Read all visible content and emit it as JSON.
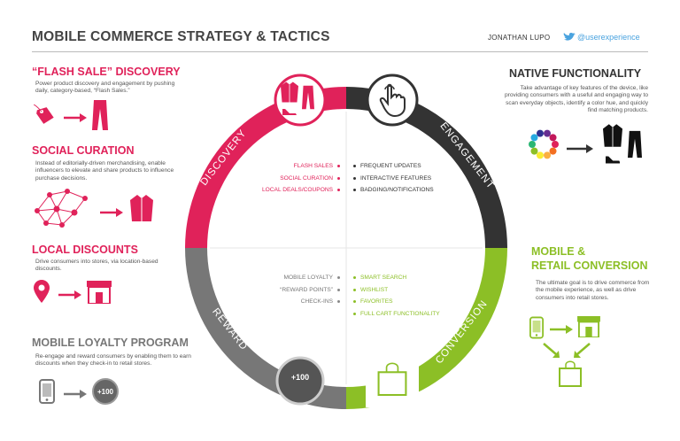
{
  "header": {
    "title": "MOBILE COMMERCE STRATEGY & TACTICS",
    "author": "JONATHAN LUPO",
    "handle": "@userexperience"
  },
  "left": [
    {
      "heading": "“FLASH SALE” DISCOVERY",
      "desc": "Power product discovery and engagement by pushing daily, category-based, “Flash Sales.”"
    },
    {
      "heading": "SOCIAL CURATION",
      "desc": "Instead of editorially-driven merchandising, enable influencers to elevate and share products to influence purchase decisions."
    },
    {
      "heading": "LOCAL DISCOUNTS",
      "desc": "Drive consumers into stores, via location-based discounts."
    },
    {
      "heading": "MOBILE LOYALTY PROGRAM",
      "desc": "Re-engage and reward consumers by enabling them to earn discounts when they check-in to retail stores."
    }
  ],
  "right": [
    {
      "heading": "NATIVE FUNCTIONALITY",
      "desc": "Take advantage of key features of the device, like providing consumers with a useful and engaging way to scan everyday objects, identify a color hue, and quickly find matching products."
    },
    {
      "heading_line1": "MOBILE &",
      "heading_line2": "RETAIL CONVERSION",
      "desc": "The ultimate goal is to drive commerce from the mobile experience, as well as drive consumers into retail stores."
    }
  ],
  "ring": {
    "discovery": {
      "label": "DISCOVERY",
      "items": [
        "FLASH SALES",
        "SOCIAL CURATION",
        "LOCAL DEALS/COUPONS"
      ],
      "color": "#e0225a"
    },
    "engagement": {
      "label": "ENGAGEMENT",
      "items": [
        "FREQUENT UPDATES",
        "INTERACTIVE FEATURES",
        "BADGING/NOTIFICATIONS"
      ],
      "color": "#333333"
    },
    "reward": {
      "label": "REWARD",
      "items": [
        "MOBILE LOYALTY",
        "“REWARD POINTS”",
        "CHECK-INS"
      ],
      "color": "#777777"
    },
    "conversion": {
      "label": "CONVERSION",
      "items": [
        "SMART SEARCH",
        "WISHLIST",
        "FAVORITES",
        "FULL CART FUNCTIONALITY"
      ],
      "color": "#8cbf26"
    }
  },
  "badge": "+100",
  "icons": [
    "tag-icon",
    "pants-icon",
    "network-icon",
    "jacket-icon",
    "location-pin-icon",
    "store-icon",
    "phone-icon",
    "hand-touch-icon",
    "color-wheel-icon",
    "shopping-bag-icon",
    "arrow-icon"
  ]
}
